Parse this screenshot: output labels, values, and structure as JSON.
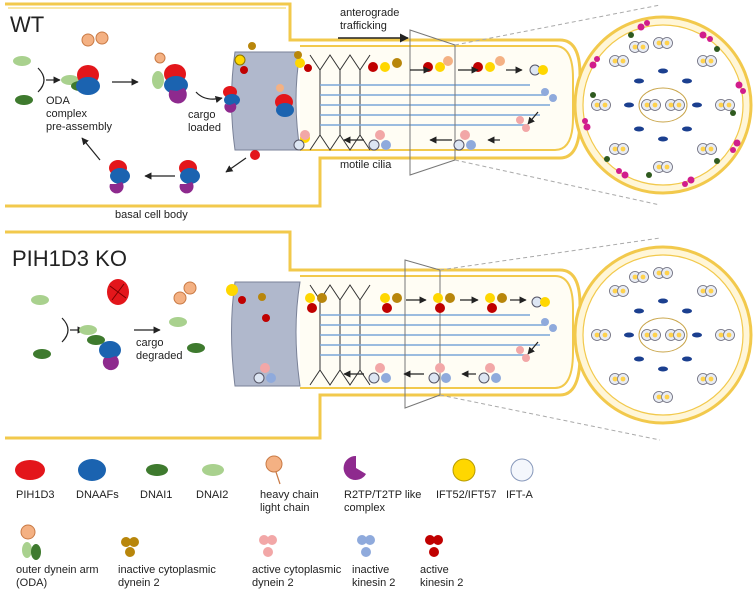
{
  "panels": {
    "wt": {
      "title": "WT",
      "preassembly": [
        "ODA",
        "complex",
        "pre-assembly"
      ],
      "cargo_loaded": [
        "cargo",
        "loaded"
      ],
      "basal": "basal cell body",
      "anterograde": [
        "anterograde",
        "trafficking"
      ],
      "motile": "motile cilia"
    },
    "ko": {
      "title": "PIH1D3 KO",
      "cargo_degraded": [
        "cargo",
        "degraded"
      ]
    }
  },
  "legend": {
    "row1": [
      {
        "label": [
          "PIH1D3"
        ],
        "color": "#e3161b",
        "icon": "red-ellipse"
      },
      {
        "label": [
          "DNAAFs"
        ],
        "color": "#1b63b0",
        "icon": "blue-ellipse"
      },
      {
        "label": [
          "DNAI1"
        ],
        "color": "#3e7a2e",
        "icon": "dark-green-ellipse"
      },
      {
        "label": [
          "DNAI2"
        ],
        "color": "#a9d18e",
        "icon": "light-green-ellipse"
      },
      {
        "label": [
          "heavy chain",
          "light chain"
        ],
        "color": "#f4b183",
        "icon": "chain-icon"
      },
      {
        "label": [
          "R2TP/T2TP like",
          "complex"
        ],
        "color": "#8e2a8e",
        "icon": "pacman-icon"
      },
      {
        "label": [
          "IFT52/IFT57"
        ],
        "color": "#ffd700",
        "icon": "yellow-circle"
      },
      {
        "label": [
          "IFT-A"
        ],
        "color": "#dde6f3",
        "icon": "pale-circle"
      }
    ],
    "row2": [
      {
        "label": [
          "outer dynein arm",
          "(ODA)"
        ],
        "icon": "oda-icon"
      },
      {
        "label": [
          "inactive cytoplasmic",
          "dynein 2"
        ],
        "color": "#b8860b",
        "icon": "inactive-dynein-icon"
      },
      {
        "label": [
          "active cytoplasmic",
          "dynein 2"
        ],
        "color": "#f2a7a7",
        "icon": "active-dynein-icon"
      },
      {
        "label": [
          "inactive",
          "kinesin 2"
        ],
        "color": "#8faadc",
        "icon": "inactive-kinesin-icon"
      },
      {
        "label": [
          "active",
          "kinesin 2"
        ],
        "color": "#c00000",
        "icon": "active-kinesin-icon"
      }
    ]
  },
  "colors": {
    "cell_outline": "#f2c94c",
    "basal_body": "#b0b8cc",
    "microtubule": "#7aa7d8"
  }
}
